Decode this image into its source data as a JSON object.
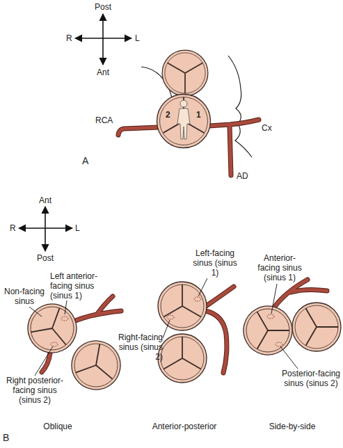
{
  "diagram": {
    "nodes": [
      {
        "text": [
          "2",
          "1"
        ]
      }
    ],
    "labels": [
      "Post",
      "R",
      "L",
      "Ant",
      "RCA",
      "Cx",
      "AD",
      "A",
      "Ant",
      "R",
      "L",
      "Post",
      "Non-facing sinus",
      "Left anterior-facing sinus (sinus 1)",
      "Right posterior-facing sinus (sinus 2)",
      "Oblique",
      "Left-facing sinus (sinus 1)",
      "Right-facing sinus (sinus 2)",
      "Anterior-posterior",
      "Anterior-facing sinus (sinus 1)",
      "Posterior-facing sinus (sinus 2)",
      "Side-by-side",
      "B"
    ]
  }
}
